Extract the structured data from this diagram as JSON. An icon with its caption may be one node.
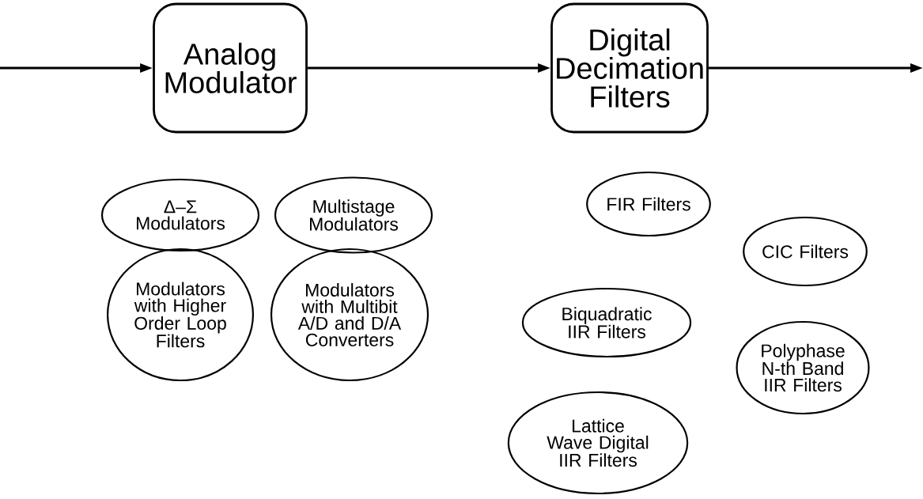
{
  "diagram": {
    "nodes": [
      {
        "text": [
          "Analog Modulator"
        ]
      },
      {
        "text": [
          "Digital Decimation Filters"
        ]
      },
      {
        "text": [
          "Δ–Σ Modulators"
        ]
      },
      {
        "text": [
          "Multistage Modulators"
        ]
      },
      {
        "text": [
          "Modulators with Higher Order Loop Filters"
        ]
      },
      {
        "text": [
          "Modulators with Multibit A/D and D/A Converters"
        ]
      },
      {
        "text": [
          "FIR Filters"
        ]
      },
      {
        "text": [
          "CIC Filters"
        ]
      },
      {
        "text": [
          "Biquadratic IIR Filters"
        ]
      },
      {
        "text": [
          "Polyphase N-th Band IIR Filters"
        ]
      },
      {
        "text": [
          "Lattice Wave Digital IIR Filters"
        ]
      }
    ],
    "edges": [
      {
        "from": null,
        "to": 0,
        "arrow": "to"
      },
      {
        "from": 0,
        "to": 1,
        "arrow": "to"
      },
      {
        "from": 1,
        "to": null,
        "arrow": "to"
      }
    ]
  }
}
